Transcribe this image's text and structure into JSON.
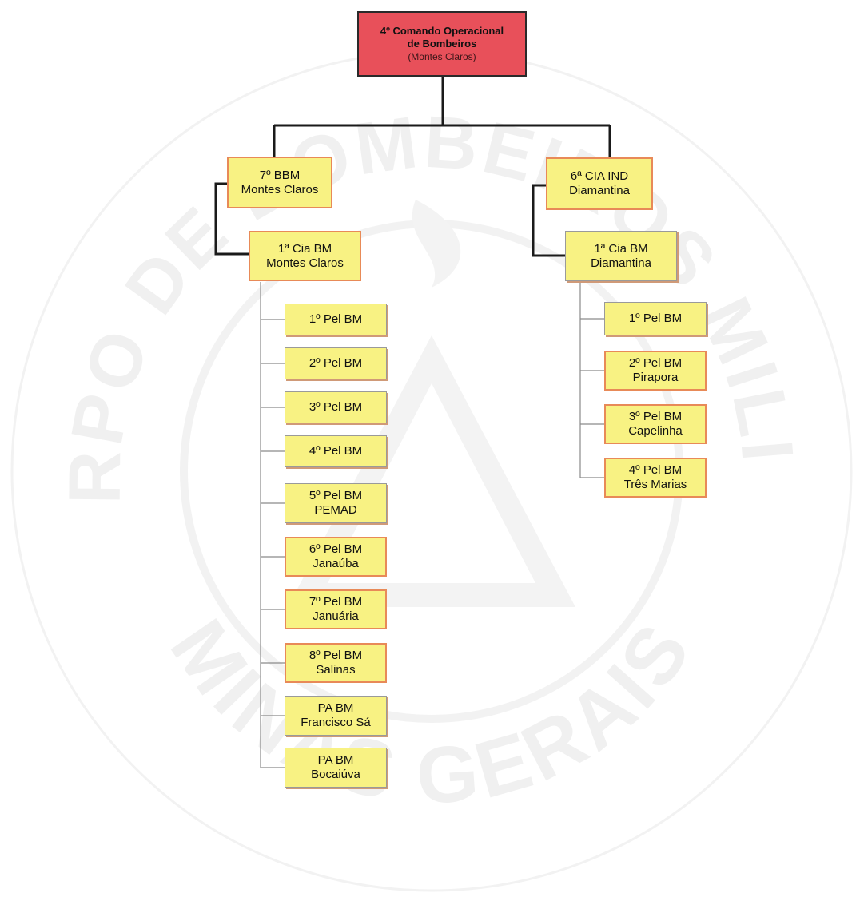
{
  "watermark": {
    "text_top": "CORPO DE BOMBEIROS MILITAR",
    "text_bottom": "MINAS GERAIS"
  },
  "colors": {
    "root_fill": "#e8505a",
    "node_fill": "#f8f283",
    "connector": "#1a1a1a",
    "connector_thin": "#8a8a8a",
    "watermark": "#f0f0f0"
  },
  "root": {
    "line1": "4º Comando Operacional",
    "line2": "de Bombeiros",
    "line3": "(Montes Claros)"
  },
  "left_branch": {
    "battalion": {
      "line1": "7º BBM",
      "line2": "Montes Claros"
    },
    "company": {
      "line1": "1ª Cia BM",
      "line2": "Montes Claros"
    },
    "platoons": [
      {
        "line1": "1º Pel BM",
        "line2": ""
      },
      {
        "line1": "2º Pel BM",
        "line2": ""
      },
      {
        "line1": "3º Pel BM",
        "line2": ""
      },
      {
        "line1": "4º Pel BM",
        "line2": ""
      },
      {
        "line1": "5º Pel BM",
        "line2": "PEMAD"
      },
      {
        "line1": "6º Pel BM",
        "line2": "Janaúba"
      },
      {
        "line1": "7º Pel BM",
        "line2": "Januária"
      },
      {
        "line1": "8º Pel BM",
        "line2": "Salinas"
      },
      {
        "line1": "PA BM",
        "line2": "Francisco Sá"
      },
      {
        "line1": "PA BM",
        "line2": "Bocaiúva"
      }
    ]
  },
  "right_branch": {
    "battalion": {
      "line1": "6ª CIA IND",
      "line2": "Diamantina"
    },
    "company": {
      "line1": "1ª Cia BM",
      "line2": "Diamantina"
    },
    "platoons": [
      {
        "line1": "1º Pel BM",
        "line2": ""
      },
      {
        "line1": "2º Pel BM",
        "line2": "Pirapora"
      },
      {
        "line1": "3º Pel BM",
        "line2": "Capelinha"
      },
      {
        "line1": "4º Pel BM",
        "line2": "Três Marias"
      }
    ]
  }
}
